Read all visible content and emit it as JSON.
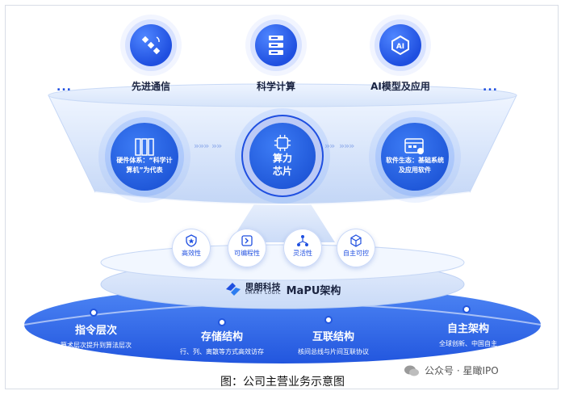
{
  "top_apps": [
    {
      "label": "先进通信",
      "icon": "satellite-icon"
    },
    {
      "label": "科学计算",
      "icon": "server-icon"
    },
    {
      "label": "AI模型及应用",
      "icon": "ai-chip-icon"
    }
  ],
  "ellipsis": "...",
  "core": {
    "hardware_text": "硬件体系：“科学计算机”为代表",
    "chip_text_line1": "算力",
    "chip_text_line2": "芯片",
    "software_text": "软件生态：基础系统及应用软件"
  },
  "features": [
    {
      "label": "高效性",
      "icon": "shield-star-icon"
    },
    {
      "label": "可编程性",
      "icon": "code-bracket-icon"
    },
    {
      "label": "灵活性",
      "icon": "network-nodes-icon"
    },
    {
      "label": "自主可控",
      "icon": "cube-icon"
    }
  ],
  "brand": {
    "company": "思朗科技",
    "company_en": "SMART LOGIC",
    "architecture": "MaPU架构"
  },
  "ring": [
    {
      "title": "指令层次",
      "sub": "算术层次提升到算法层次"
    },
    {
      "title": "存储结构",
      "sub": "行、列、离散等方式高效访存"
    },
    {
      "title": "互联结构",
      "sub": "核间总线与片间互联协议"
    },
    {
      "title": "自主架构",
      "sub": "全球创新、中国自主"
    }
  ],
  "caption": "图：公司主营业务示意图",
  "watermark": "公众号 · 星瞰IPO",
  "colors": {
    "primary": "#1f4fe0",
    "light": "#dce8fb",
    "ring": "#2f6bea"
  }
}
